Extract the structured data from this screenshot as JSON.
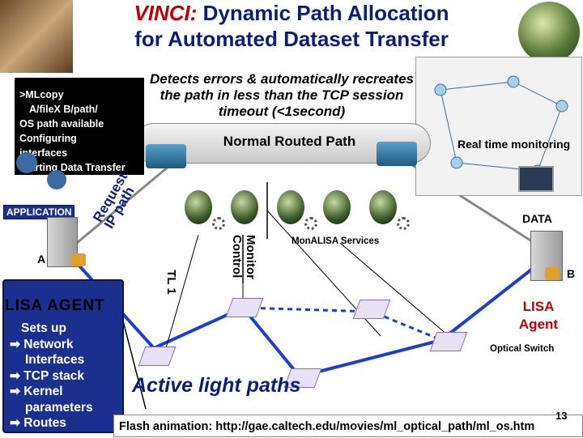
{
  "title": {
    "vinci": "VINCI:",
    "line1_rest": " Dynamic Path Allocation",
    "line2": "for Automated Dataset Transfer"
  },
  "detects": "Detects errors & automatically recreates the path in less than the TCP session timeout (<1second)",
  "normal_routed_path": "Normal Routed Path",
  "real_time_monitoring": "Real time monitoring",
  "ml_box": [
    ">MLcopy",
    "A/fileX B/path/",
    "OS path available",
    "Configuring",
    "interfaces",
    "Starting Data Transfer"
  ],
  "application": "APPLICATION",
  "request_path": {
    "line1": "Request",
    "line2": "IP path"
  },
  "monitor_control": {
    "line1": "Monitor",
    "line2": "Control"
  },
  "tl1": "TL 1",
  "label_a": "A",
  "label_b": "B",
  "data": "DATA",
  "monalisa_services": "MonALISA Services",
  "lisa_agent_left": {
    "title": "LISA AGENT",
    "subtitle": "Sets up",
    "items": [
      "Network",
      "Interfaces",
      "TCP stack",
      "Kernel",
      "parameters",
      "Routes"
    ]
  },
  "lisa_agent_right": {
    "line1": "LISA",
    "line2": "Agent"
  },
  "optical_switch": "Optical Switch",
  "active_light_paths": "Active light paths",
  "flash": "Flash animation: http://gae.caltech.edu/movies/ml_optical_path/ml_os.htm",
  "page_number": "13",
  "colors": {
    "title": "#0a1f7a",
    "accent": "#c00000",
    "panel": "#1b2f8f",
    "link": "#1a3fd4"
  },
  "icons": [
    "portrait-image",
    "globe-icon",
    "router-icon",
    "server-icon",
    "laptop-icon",
    "user-icon",
    "optical-switch-icon",
    "gear-icon"
  ]
}
